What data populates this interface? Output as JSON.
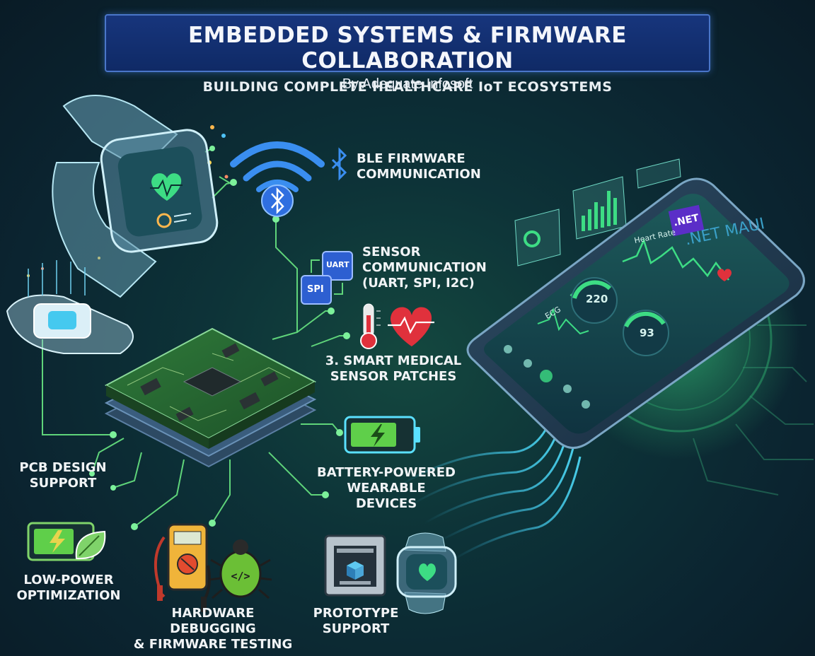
{
  "header": {
    "title": "EMBEDDED SYSTEMS & FIRMWARE COLLABORATION",
    "byline": "By Adequate Infosoft",
    "tagline": "BUILDING COMPLETE HEALTHCARE IoT ECOSYSTEMS"
  },
  "labels": {
    "ble": "BLE FIRMWARE\nCOMMUNICATION",
    "sensor_comm": "SENSOR\nCOMMUNICATION\n(UART, SPI, I2C)",
    "uart": "UART",
    "spi": "SPI",
    "patches": "3. SMART MEDICAL\nSENSOR PATCHES",
    "battery": "BATTERY-POWERED\nWEARABLE DEVICES",
    "pcb": "PCB DESIGN\nSUPPORT",
    "low_power": "LOW-POWER\nOPTIMIZATION",
    "debug": "HARDWARE DEBUGGING\n& FIRMWARE TESTING",
    "prototype": "PROTOTYPE\nSUPPORT"
  },
  "phone": {
    "chip": ".NET",
    "banner": ".NET MAUI",
    "heart_rate_label": "Heart Rate",
    "gauge1_value": "220",
    "gauge2_value": "93",
    "ecg_label": "ECG"
  },
  "icons": [
    "smartwatch-icon",
    "bluetooth-icon",
    "wifi-signal-icon",
    "uart-chip-icon",
    "spi-chip-icon",
    "thermometer-icon",
    "heart-pulse-icon",
    "battery-charging-icon",
    "leaf-battery-icon",
    "multimeter-icon",
    "bug-code-icon",
    "3d-printer-icon",
    "small-watch-icon",
    "sensor-patch-icon",
    "pcb-board-icon",
    "smartphone-icon"
  ],
  "colors": {
    "accent_green": "#3ddc84",
    "title_blue": "#17357c",
    "circuit_green": "#5fd47a",
    "bluetooth_blue": "#2f6fe0",
    "heart_red": "#e0313c"
  }
}
